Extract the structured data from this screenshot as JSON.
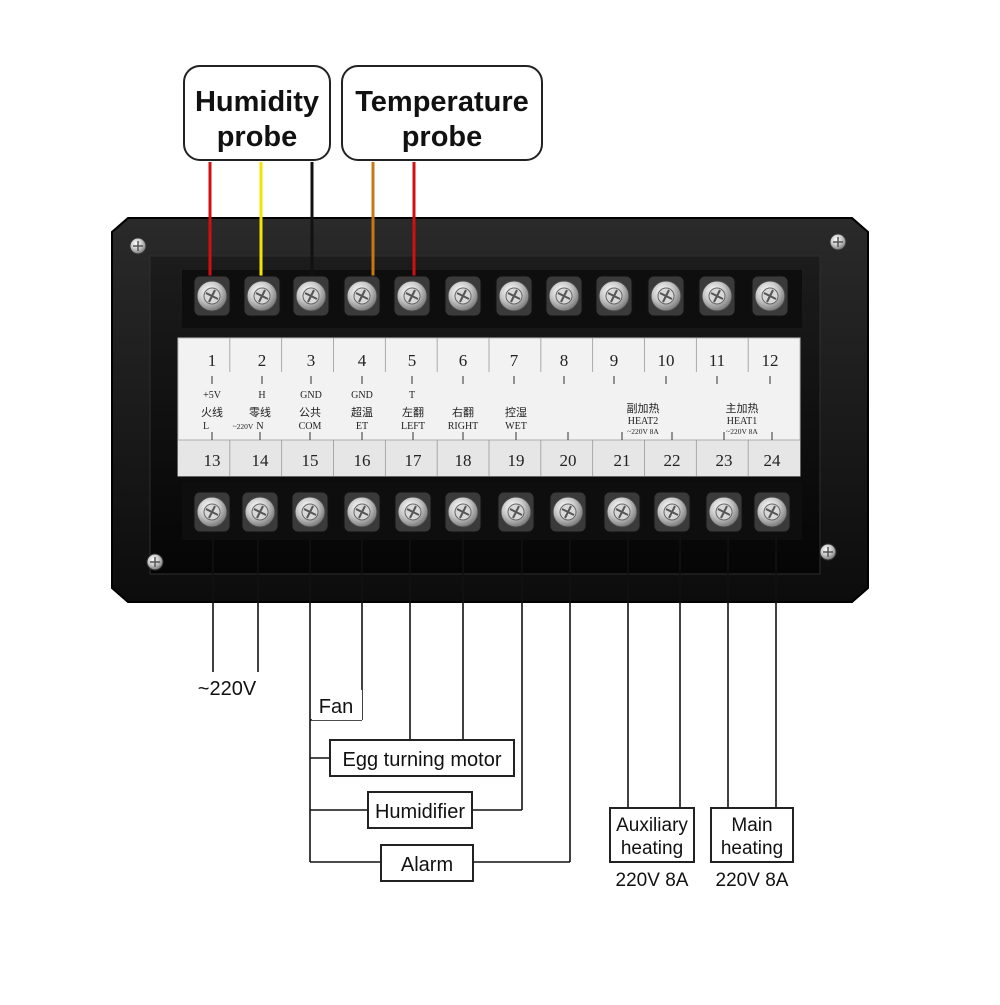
{
  "probes": {
    "humidity": [
      "Humidity",
      "probe"
    ],
    "temperature": [
      "Temperature",
      "probe"
    ]
  },
  "wires": {
    "red": "#d01010",
    "yellow": "#f2e600",
    "black": "#111111",
    "orange": "#c87810"
  },
  "terminals_top": [
    {
      "num": "1",
      "label": "+5V"
    },
    {
      "num": "2",
      "label": "H"
    },
    {
      "num": "3",
      "label": "GND"
    },
    {
      "num": "4",
      "label": "GND"
    },
    {
      "num": "5",
      "label": "T"
    },
    {
      "num": "6",
      "label": ""
    },
    {
      "num": "7",
      "label": ""
    },
    {
      "num": "8",
      "label": ""
    },
    {
      "num": "9",
      "label": ""
    },
    {
      "num": "10",
      "label": ""
    },
    {
      "num": "11",
      "label": ""
    },
    {
      "num": "12",
      "label": ""
    }
  ],
  "terminals_bottom": [
    {
      "num": "13",
      "cn": "火线",
      "en": "L"
    },
    {
      "num": "14",
      "cn": "零线",
      "en": "N"
    },
    {
      "num": "15",
      "cn": "公共",
      "en": "COM"
    },
    {
      "num": "16",
      "cn": "超温",
      "en": "ET"
    },
    {
      "num": "17",
      "cn": "左翻",
      "en": "LEFT"
    },
    {
      "num": "18",
      "cn": "右翻",
      "en": "RIGHT"
    },
    {
      "num": "19",
      "cn": "控湿",
      "en": "WET"
    },
    {
      "num": "20",
      "cn": "",
      "en": ""
    },
    {
      "num": "21",
      "cn": "",
      "en": ""
    },
    {
      "num": "22",
      "cn": "",
      "en": ""
    },
    {
      "num": "23",
      "cn": "",
      "en": ""
    },
    {
      "num": "24",
      "cn": "",
      "en": ""
    }
  ],
  "panel_notes": {
    "input_voltage": "~220V",
    "heat2_cn": "副加热",
    "heat2_en": "HEAT2",
    "heat2_rating": "~220V 8A",
    "heat1_cn": "主加热",
    "heat1_en": "HEAT1",
    "heat1_rating": "~220V 8A"
  },
  "loads": {
    "power": "~220V",
    "fan": "Fan",
    "egg_turning": "Egg turning motor",
    "humidifier": "Humidifier",
    "alarm": "Alarm",
    "aux_heating": [
      "Auxiliary",
      "heating"
    ],
    "aux_rating": "220V 8A",
    "main_heating": [
      "Main",
      "heating"
    ],
    "main_rating": "220V 8A"
  }
}
